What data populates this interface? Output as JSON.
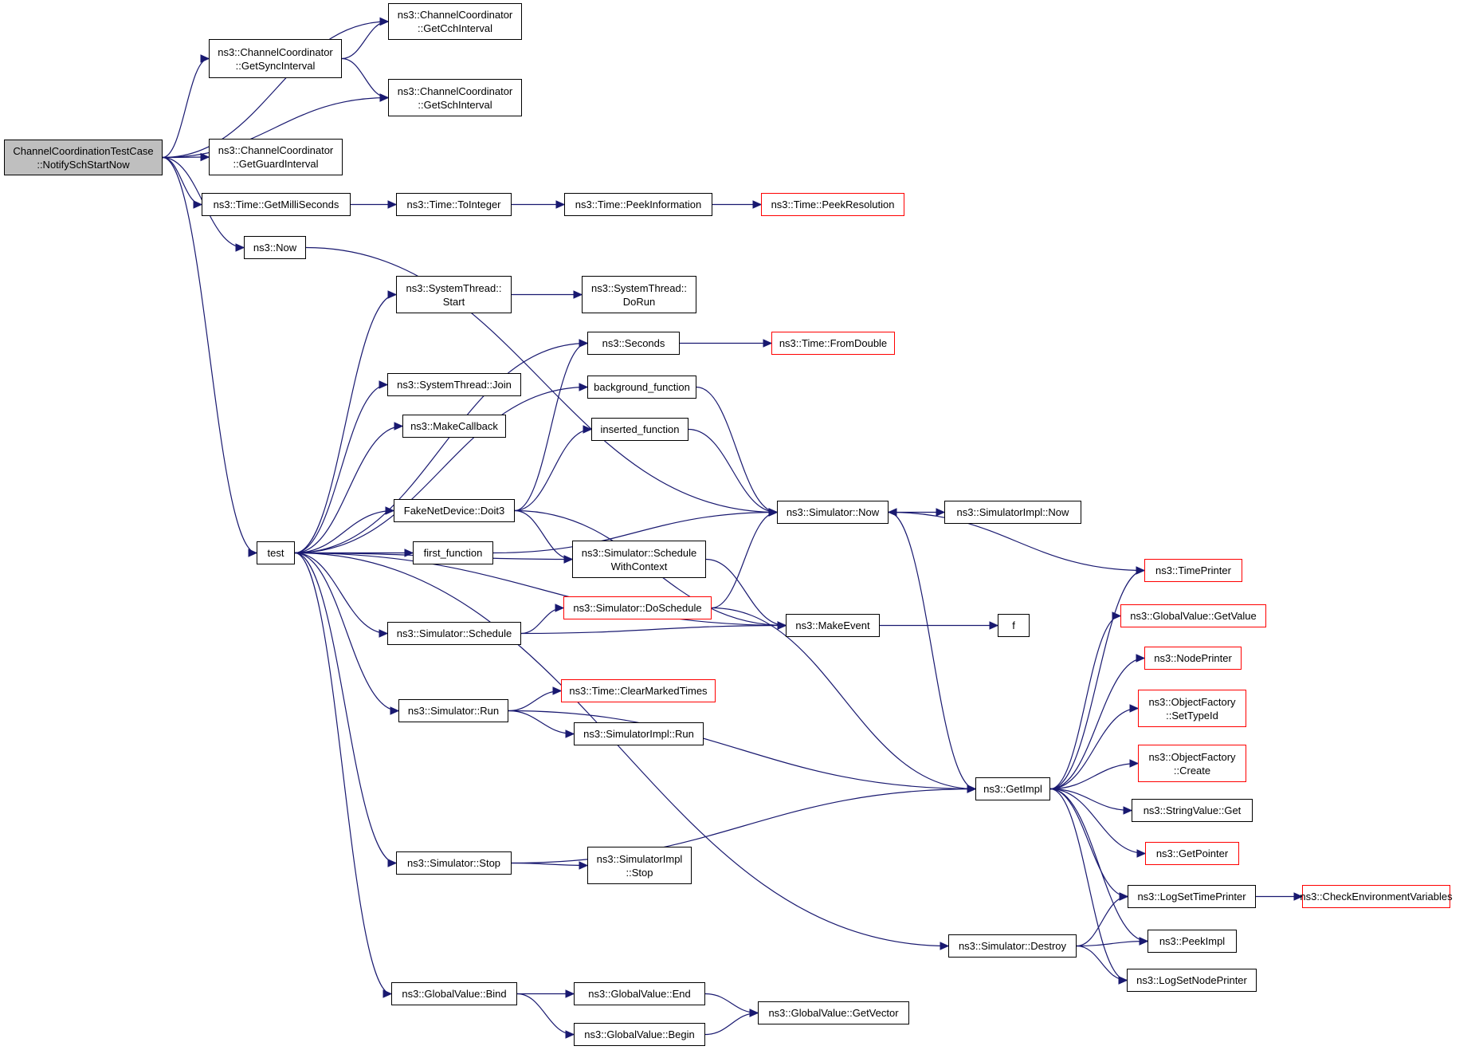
{
  "nodes": {
    "root": {
      "lines": [
        "ChannelCoordinationTestCase",
        "::NotifySchStartNow"
      ],
      "root": true
    },
    "getCch": {
      "lines": [
        "ns3::ChannelCoordinator",
        "::GetCchInterval"
      ]
    },
    "getSync": {
      "lines": [
        "ns3::ChannelCoordinator",
        "::GetSyncInterval"
      ]
    },
    "getSch": {
      "lines": [
        "ns3::ChannelCoordinator",
        "::GetSchInterval"
      ]
    },
    "getGuard": {
      "lines": [
        "ns3::ChannelCoordinator",
        "::GetGuardInterval"
      ]
    },
    "getMilli": {
      "lines": [
        "ns3::Time::GetMilliSeconds"
      ]
    },
    "toInteger": {
      "lines": [
        "ns3::Time::ToInteger"
      ]
    },
    "peekInfo": {
      "lines": [
        "ns3::Time::PeekInformation"
      ]
    },
    "peekRes": {
      "lines": [
        "ns3::Time::PeekResolution"
      ],
      "red": true
    },
    "now": {
      "lines": [
        "ns3::Now"
      ]
    },
    "sysStart": {
      "lines": [
        "ns3::SystemThread::",
        "Start"
      ]
    },
    "sysDoRun": {
      "lines": [
        "ns3::SystemThread::",
        "DoRun"
      ]
    },
    "seconds": {
      "lines": [
        "ns3::Seconds"
      ]
    },
    "fromDouble": {
      "lines": [
        "ns3::Time::FromDouble"
      ],
      "red": true
    },
    "sysJoin": {
      "lines": [
        "ns3::SystemThread::Join"
      ]
    },
    "bgFunc": {
      "lines": [
        "background_function"
      ]
    },
    "makeCallback": {
      "lines": [
        "ns3::MakeCallback"
      ]
    },
    "insFunc": {
      "lines": [
        "inserted_function"
      ]
    },
    "fakeDoit": {
      "lines": [
        "FakeNetDevice::Doit3"
      ]
    },
    "simNow": {
      "lines": [
        "ns3::Simulator::Now"
      ]
    },
    "implNow": {
      "lines": [
        "ns3::SimulatorImpl::Now"
      ]
    },
    "test": {
      "lines": [
        "test"
      ]
    },
    "firstFunc": {
      "lines": [
        "first_function"
      ]
    },
    "schedCtx": {
      "lines": [
        "ns3::Simulator::Schedule",
        "WithContext"
      ]
    },
    "timePrinter": {
      "lines": [
        "ns3::TimePrinter"
      ],
      "red": true
    },
    "doSchedule": {
      "lines": [
        "ns3::Simulator::DoSchedule"
      ],
      "red": true
    },
    "gvGetValue": {
      "lines": [
        "ns3::GlobalValue::GetValue"
      ],
      "red": true
    },
    "simSchedule": {
      "lines": [
        "ns3::Simulator::Schedule"
      ]
    },
    "makeEvent": {
      "lines": [
        "ns3::MakeEvent"
      ]
    },
    "f": {
      "lines": [
        "f"
      ]
    },
    "nodePrinter": {
      "lines": [
        "ns3::NodePrinter"
      ],
      "red": true
    },
    "clearMarked": {
      "lines": [
        "ns3::Time::ClearMarkedTimes"
      ],
      "red": true
    },
    "ofSetTypeId": {
      "lines": [
        "ns3::ObjectFactory",
        "::SetTypeId"
      ],
      "red": true
    },
    "simRun": {
      "lines": [
        "ns3::Simulator::Run"
      ]
    },
    "implRun": {
      "lines": [
        "ns3::SimulatorImpl::Run"
      ]
    },
    "ofCreate": {
      "lines": [
        "ns3::ObjectFactory",
        "::Create"
      ],
      "red": true
    },
    "getImpl": {
      "lines": [
        "ns3::GetImpl"
      ]
    },
    "strGet": {
      "lines": [
        "ns3::StringValue::Get"
      ]
    },
    "getPointer": {
      "lines": [
        "ns3::GetPointer"
      ],
      "red": true
    },
    "simStop": {
      "lines": [
        "ns3::Simulator::Stop"
      ]
    },
    "implStop": {
      "lines": [
        "ns3::SimulatorImpl",
        "::Stop"
      ]
    },
    "logSetTime": {
      "lines": [
        "ns3::LogSetTimePrinter"
      ]
    },
    "checkEnv": {
      "lines": [
        "ns3::CheckEnvironmentVariables"
      ],
      "red": true
    },
    "peekImpl": {
      "lines": [
        "ns3::PeekImpl"
      ]
    },
    "simDestroy": {
      "lines": [
        "ns3::Simulator::Destroy"
      ]
    },
    "logSetNode": {
      "lines": [
        "ns3::LogSetNodePrinter"
      ]
    },
    "gvBind": {
      "lines": [
        "ns3::GlobalValue::Bind"
      ]
    },
    "gvEnd": {
      "lines": [
        "ns3::GlobalValue::End"
      ]
    },
    "gvGetVector": {
      "lines": [
        "ns3::GlobalValue::GetVector"
      ]
    },
    "gvBegin": {
      "lines": [
        "ns3::GlobalValue::Begin"
      ]
    }
  },
  "edges": [
    {
      "from": "root",
      "to": "getCch"
    },
    {
      "from": "root",
      "to": "getSync"
    },
    {
      "from": "root",
      "to": "getSch"
    },
    {
      "from": "root",
      "to": "getGuard"
    },
    {
      "from": "root",
      "to": "getMilli"
    },
    {
      "from": "root",
      "to": "now"
    },
    {
      "from": "root",
      "to": "test"
    },
    {
      "from": "getSync",
      "to": "getCch"
    },
    {
      "from": "getSync",
      "to": "getSch"
    },
    {
      "from": "getMilli",
      "to": "toInteger"
    },
    {
      "from": "toInteger",
      "to": "peekInfo"
    },
    {
      "from": "peekInfo",
      "to": "peekRes"
    },
    {
      "from": "now",
      "to": "simNow"
    },
    {
      "from": "sysStart",
      "to": "sysDoRun"
    },
    {
      "from": "seconds",
      "to": "fromDouble"
    },
    {
      "from": "bgFunc",
      "to": "simNow"
    },
    {
      "from": "insFunc",
      "to": "simNow"
    },
    {
      "from": "fakeDoit",
      "to": "seconds"
    },
    {
      "from": "fakeDoit",
      "to": "insFunc"
    },
    {
      "from": "fakeDoit",
      "to": "schedCtx"
    },
    {
      "from": "fakeDoit",
      "to": "makeEvent"
    },
    {
      "from": "simNow",
      "to": "implNow"
    },
    {
      "from": "simNow",
      "to": "getImpl"
    },
    {
      "from": "test",
      "to": "sysStart"
    },
    {
      "from": "test",
      "to": "seconds"
    },
    {
      "from": "test",
      "to": "sysJoin"
    },
    {
      "from": "test",
      "to": "makeCallback"
    },
    {
      "from": "test",
      "to": "bgFunc"
    },
    {
      "from": "test",
      "to": "fakeDoit"
    },
    {
      "from": "test",
      "to": "firstFunc"
    },
    {
      "from": "test",
      "to": "schedCtx"
    },
    {
      "from": "test",
      "to": "simSchedule"
    },
    {
      "from": "test",
      "to": "simRun"
    },
    {
      "from": "test",
      "to": "makeEvent"
    },
    {
      "from": "test",
      "to": "simStop"
    },
    {
      "from": "test",
      "to": "simDestroy"
    },
    {
      "from": "test",
      "to": "gvBind"
    },
    {
      "from": "firstFunc",
      "to": "simNow"
    },
    {
      "from": "schedCtx",
      "to": "makeEvent"
    },
    {
      "from": "timePrinter",
      "to": "simNow"
    },
    {
      "from": "doSchedule",
      "to": "simNow"
    },
    {
      "from": "doSchedule",
      "to": "getImpl"
    },
    {
      "from": "simSchedule",
      "to": "doSchedule"
    },
    {
      "from": "simSchedule",
      "to": "makeEvent"
    },
    {
      "from": "makeEvent",
      "to": "f"
    },
    {
      "from": "simRun",
      "to": "clearMarked"
    },
    {
      "from": "simRun",
      "to": "implRun"
    },
    {
      "from": "simRun",
      "to": "getImpl"
    },
    {
      "from": "getImpl",
      "to": "timePrinter"
    },
    {
      "from": "getImpl",
      "to": "gvGetValue"
    },
    {
      "from": "getImpl",
      "to": "nodePrinter"
    },
    {
      "from": "getImpl",
      "to": "ofSetTypeId"
    },
    {
      "from": "getImpl",
      "to": "ofCreate"
    },
    {
      "from": "getImpl",
      "to": "strGet"
    },
    {
      "from": "getImpl",
      "to": "getPointer"
    },
    {
      "from": "getImpl",
      "to": "logSetTime"
    },
    {
      "from": "getImpl",
      "to": "peekImpl"
    },
    {
      "from": "getImpl",
      "to": "logSetNode"
    },
    {
      "from": "simStop",
      "to": "implStop"
    },
    {
      "from": "simStop",
      "to": "getImpl"
    },
    {
      "from": "logSetTime",
      "to": "checkEnv"
    },
    {
      "from": "simDestroy",
      "to": "logSetTime"
    },
    {
      "from": "simDestroy",
      "to": "peekImpl"
    },
    {
      "from": "simDestroy",
      "to": "logSetNode"
    },
    {
      "from": "gvBind",
      "to": "gvEnd"
    },
    {
      "from": "gvBind",
      "to": "gvBegin"
    },
    {
      "from": "gvEnd",
      "to": "gvGetVector"
    },
    {
      "from": "gvBegin",
      "to": "gvGetVector"
    }
  ]
}
